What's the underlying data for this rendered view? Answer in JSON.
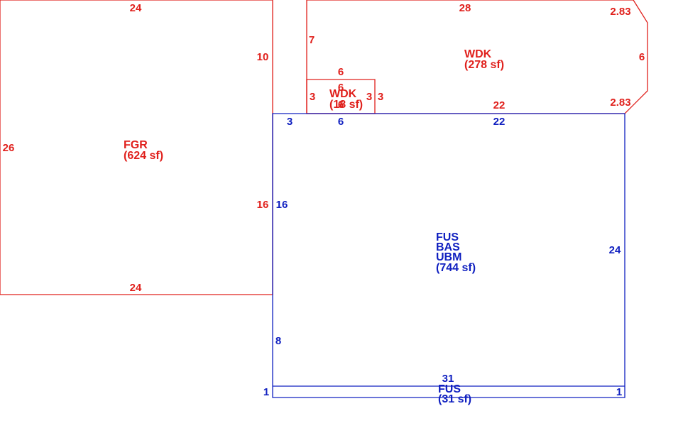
{
  "colors": {
    "red": "#e0201c",
    "blue": "#1020c0"
  },
  "areas": {
    "fgr": {
      "name": "FGR",
      "area": "(624 sf)"
    },
    "wdk_large": {
      "name": "WDK",
      "area": "(278 sf)"
    },
    "wdk_small": {
      "name": "WDK",
      "area": "(18 sf)"
    },
    "main": {
      "line1": "FUS",
      "line2": "BAS",
      "line3": "UBM",
      "area": "(744 sf)"
    },
    "fus_strip": {
      "name": "FUS",
      "area": "(31 sf)"
    }
  },
  "dimensions": {
    "fgr_top": "24",
    "fgr_left": "26",
    "fgr_bottom": "24",
    "fgr_right_upper": "10",
    "fgr_right_lower": "16",
    "wdk_top": "28",
    "wdk_left": "7",
    "wdk_chamfer_top": "2.83",
    "wdk_right": "6",
    "wdk_chamfer_bottom": "2.83",
    "wdk_bottom": "22",
    "small_top": "6",
    "small_inner_top": "6",
    "small_left": "3",
    "small_inner_left": "3",
    "small_right": "3",
    "small_inner_bottom": "6",
    "main_top_left": "3",
    "main_top_mid": "6",
    "main_top_right": "22",
    "main_left_upper": "16",
    "main_right": "24",
    "main_left_lower": "8",
    "main_bottom": "31",
    "strip_left": "1",
    "strip_right": "1"
  }
}
